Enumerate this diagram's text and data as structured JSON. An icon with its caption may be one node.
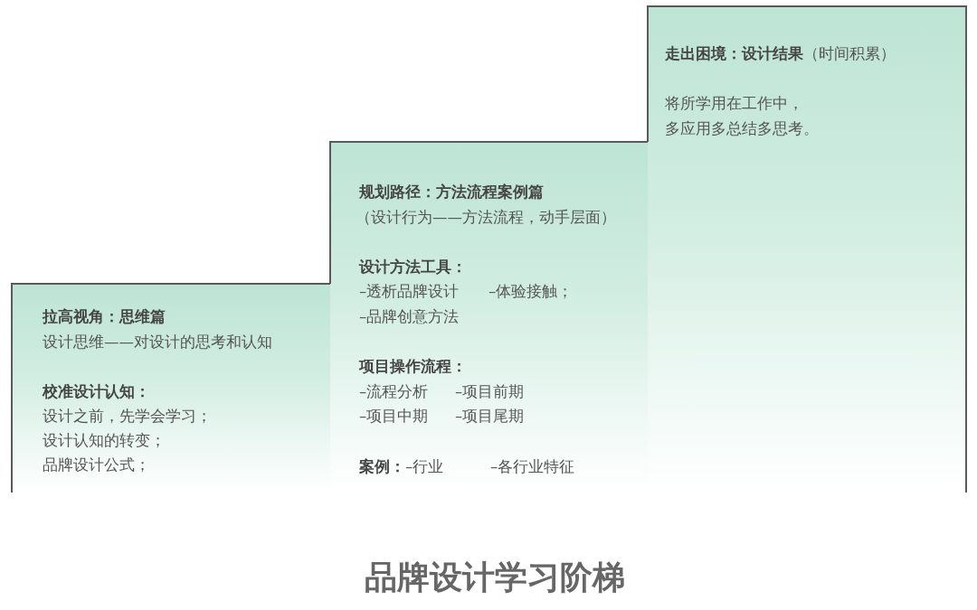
{
  "diagram": {
    "title": "品牌设计学习阶梯",
    "nodes": [
      {
        "text": [
          "拉高视角：思维篇",
          "设计思维——对设计的思考和认知",
          "校准设计认知：",
          "设计之前，先学会学习；",
          "设计认知的转变；",
          "品牌设计公式；"
        ]
      },
      {
        "text": [
          "规划路径：方法流程案例篇",
          "（设计行为——方法流程，动手层面）",
          "设计方法工具：",
          "–透析品牌设计",
          "–体验接触；",
          "–品牌创意方法",
          "项目操作流程：",
          "–流程分析",
          "–项目前期",
          "–项目中期",
          "–项目尾期",
          "**案例：**–行业",
          "–各行业特征"
        ]
      },
      {
        "text": [
          "**走出困境：设计结果**（时间积累）",
          "将所学用在工作中，",
          "多应用多总结多思考。"
        ]
      }
    ]
  }
}
